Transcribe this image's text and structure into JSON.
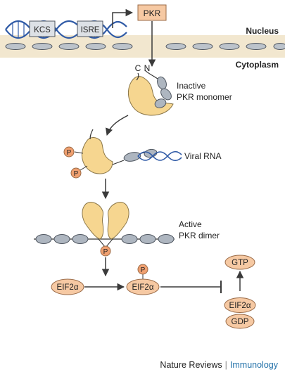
{
  "labels": {
    "nucleus": "Nucleus",
    "cytoplasm": "Cytoplasm",
    "pkr_gene": "PKR",
    "kcs": "KCS",
    "isre": "ISRE",
    "c_terminus": "C",
    "n_terminus": "N",
    "inactive_line1": "Inactive",
    "inactive_line2": "PKR monomer",
    "viral_rna": "Viral RNA",
    "active_line1": "Active",
    "active_line2": "PKR dimer",
    "phospho": "P",
    "eif2a": "EIF2α",
    "gtp": "GTP",
    "gdp": "GDP"
  },
  "footer": {
    "journal_a": "Nature Reviews",
    "separator": "|",
    "journal_b": "Immunology"
  },
  "colors": {
    "protein_fill": "#f6d690",
    "protein_stroke": "#8a7648",
    "domain_fill": "#aeb6c0",
    "domain_stroke": "#4f5660",
    "dna_blue": "#2f5aa6",
    "membrane_bg": "#f2e7cf",
    "pore_fill": "#bcc3cb",
    "phospho_fill": "#f0a070",
    "salmon_fill": "#f6c9a3",
    "arrow": "#3a3a3a"
  }
}
